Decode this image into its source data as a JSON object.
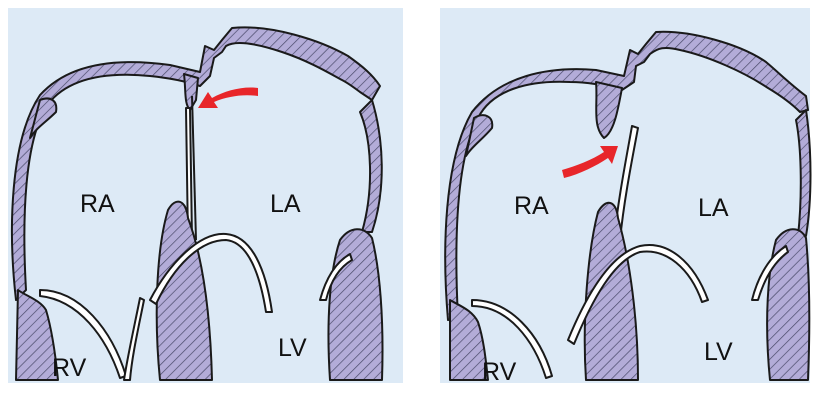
{
  "colors": {
    "background": "#ddeaf6",
    "tissue_fill": "#b3acd8",
    "outline": "#1a1a1a",
    "arrow": "#e8262a"
  },
  "panels": [
    {
      "flow_arrow": "red-curved-arrow",
      "labels": {
        "ra": "RA",
        "la": "LA",
        "rv": "RV",
        "lv": "LV"
      }
    },
    {
      "flow_arrow": "red-curved-arrow",
      "labels": {
        "ra": "RA",
        "la": "LA",
        "rv": "RV",
        "lv": "LV"
      }
    }
  ]
}
